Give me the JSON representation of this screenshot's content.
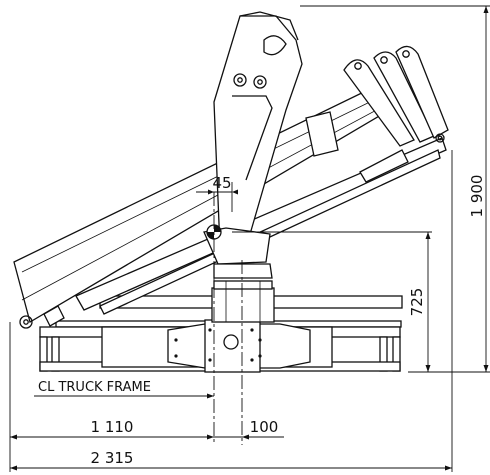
{
  "dimensions": {
    "total_height": "1 900",
    "pedestal_height": "725",
    "offset_small": "45",
    "half_width": "1 110",
    "center_offset": "100",
    "total_width": "2 315"
  },
  "labels": {
    "truck_frame": "CL TRUCK FRAME"
  }
}
